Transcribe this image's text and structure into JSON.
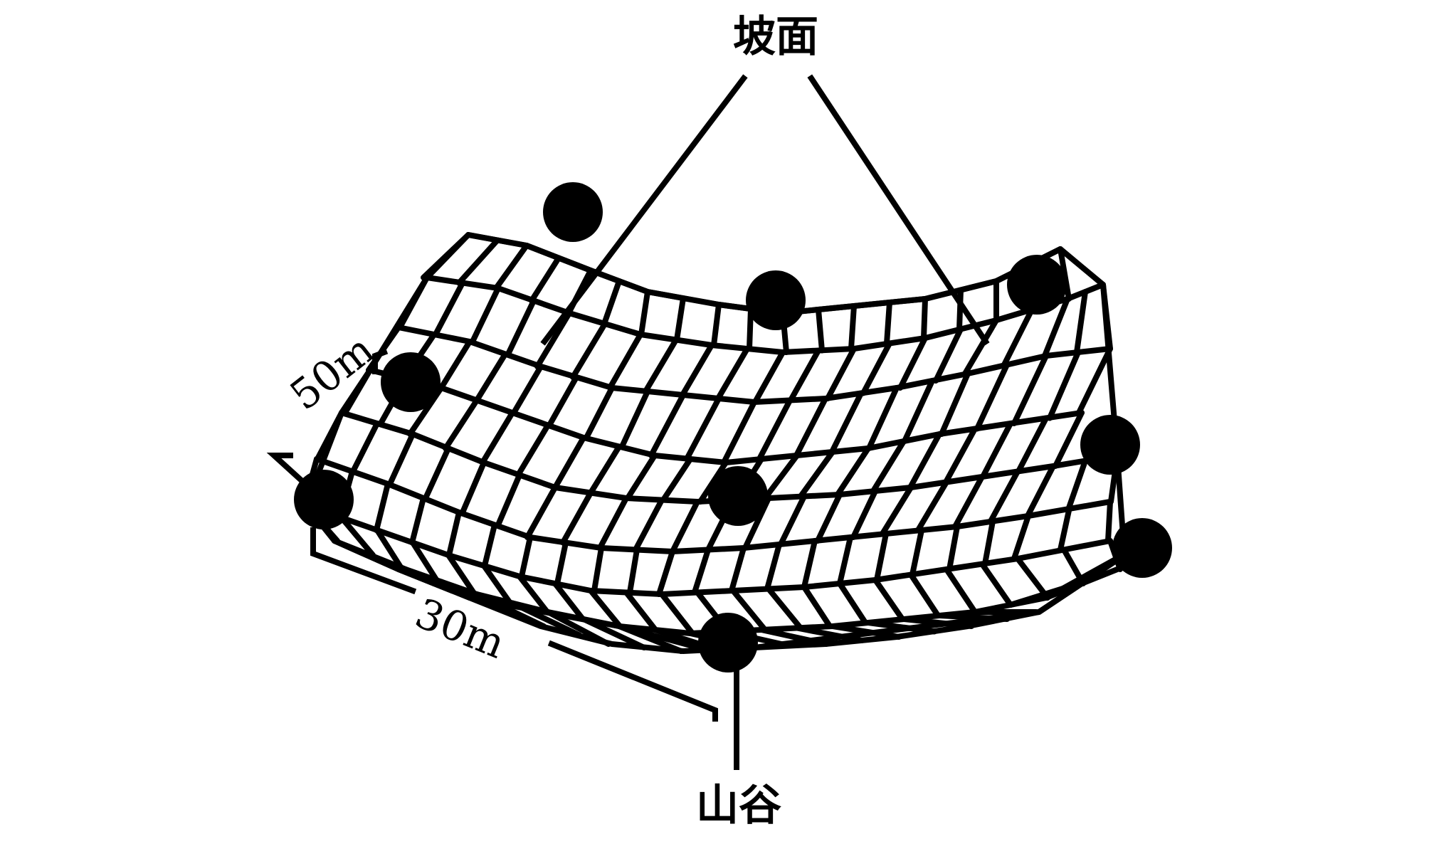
{
  "diagram": {
    "label_slope": "坡面",
    "label_valley": "山谷",
    "dim_width": "50m",
    "dim_length": "30m"
  }
}
